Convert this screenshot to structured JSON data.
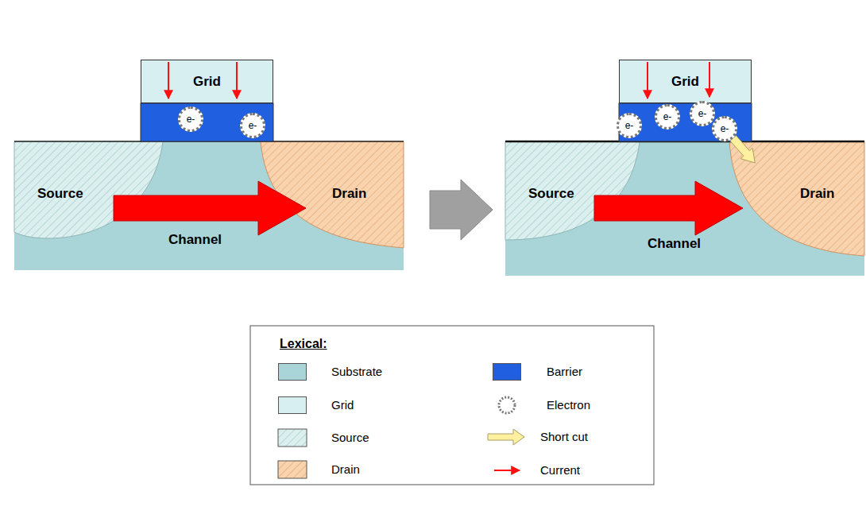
{
  "diagram": {
    "nodes": [
      {
        "text": [
          "Grid"
        ]
      },
      {
        "text": [
          "e-"
        ]
      },
      {
        "text": [
          "e-"
        ]
      },
      {
        "text": [
          "Source"
        ]
      },
      {
        "text": [
          "Drain"
        ]
      },
      {
        "text": [
          "Grid"
        ]
      },
      {
        "text": [
          "e-"
        ]
      },
      {
        "text": [
          "e-"
        ]
      },
      {
        "text": [
          "e-"
        ]
      },
      {
        "text": [
          "e-"
        ]
      },
      {
        "text": [
          "Source"
        ]
      },
      {
        "text": [
          "Drain"
        ]
      }
    ],
    "edges": [
      {
        "from": 3,
        "to": 4,
        "arrow": "to"
      },
      {
        "from": 10,
        "to": 11,
        "arrow": "to"
      },
      {
        "from": 9,
        "to": 11,
        "arrow": "to"
      }
    ],
    "labels": [
      "Channel",
      "Channel",
      "Lexical:"
    ],
    "legend": [
      {
        "text": "Substrate",
        "color": "#a9d5d8"
      },
      {
        "text": "Grid",
        "color": "#d8eff1"
      },
      {
        "text": "Source"
      },
      {
        "text": "Drain"
      },
      {
        "text": "Barrier",
        "color": "#2060e0"
      },
      {
        "text": "Electron"
      },
      {
        "text": "Short cut"
      },
      {
        "text": "Current"
      }
    ]
  }
}
